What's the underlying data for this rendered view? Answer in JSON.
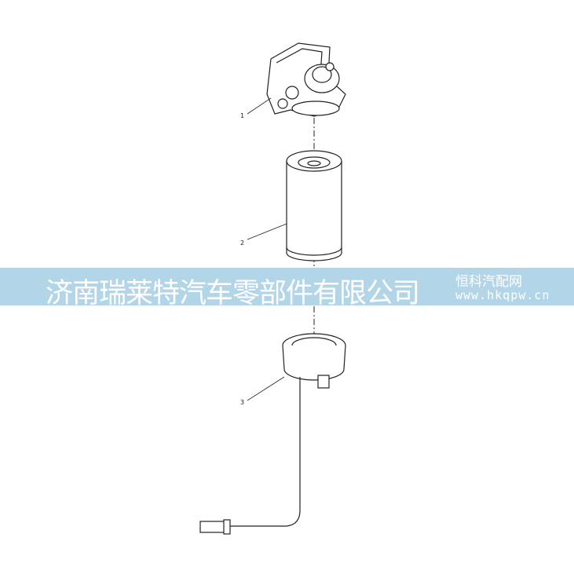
{
  "diagram": {
    "callouts": [
      {
        "number": "1",
        "part": "filter-head"
      },
      {
        "number": "2",
        "part": "filter-element"
      },
      {
        "number": "3",
        "part": "water-separator-bowl-with-sensor"
      }
    ]
  },
  "watermark": {
    "company": "济南瑞莱特汽车零部件有限公司",
    "site_name": "恒科汽配网",
    "url": "www.hkqpw.cn",
    "banner_color": "#b3d5e8"
  }
}
